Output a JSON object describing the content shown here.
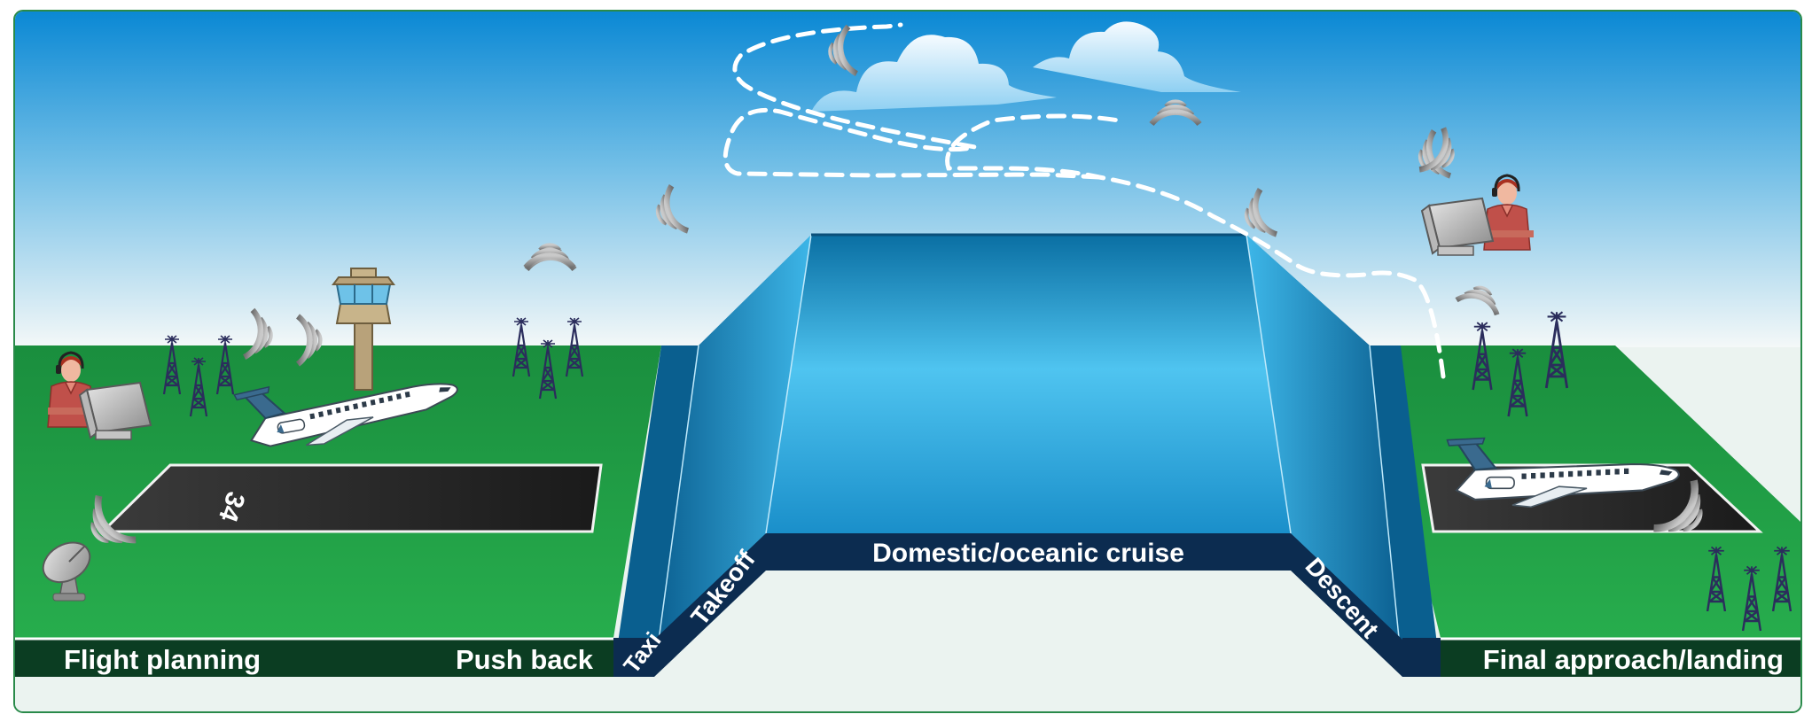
{
  "labels": {
    "flight_planning": "Flight planning",
    "push_back": "Push back",
    "taxi": "Taxi",
    "takeoff": "Takeoff",
    "cruise": "Domestic/oceanic cruise",
    "descent": "Descent",
    "final": "Final approach/landing"
  },
  "runway_number": "34",
  "colors": {
    "sky_top": "#0a88d4",
    "sky_bottom": "#ffffff",
    "ground": "#1f9a44",
    "band": "#0b3d22",
    "cruise_band": "#0c2c50",
    "runway": "#232323",
    "plateau": "#5ccaf0",
    "base": "#ebf3f0",
    "frame": "#2a8a4a"
  }
}
